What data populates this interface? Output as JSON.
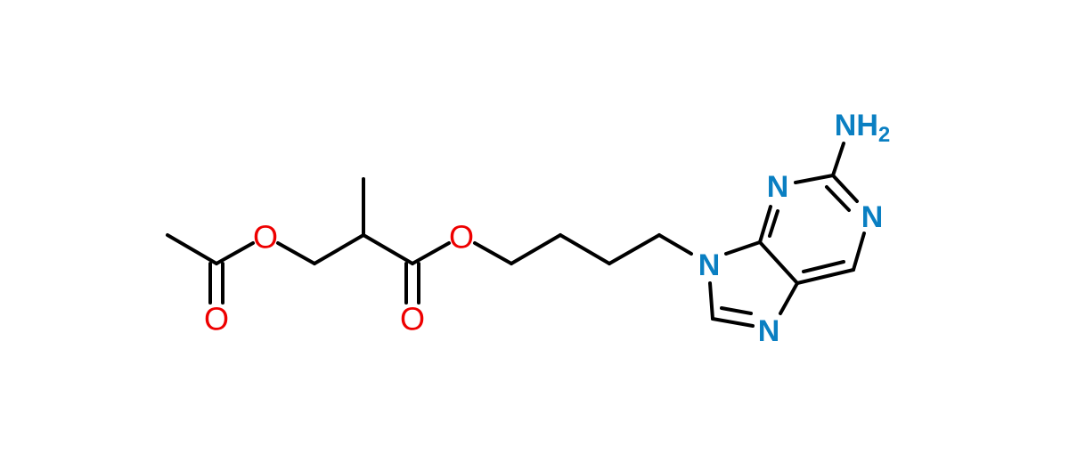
{
  "molecule": {
    "atoms": {
      "o_acetyl_carbonyl": "O",
      "o_acetyl_ester": "O",
      "o_ester_carbonyl": "O",
      "o_ester": "O",
      "n9": "N",
      "n3": "N",
      "n1": "N",
      "n7": "N",
      "amine": "NH",
      "amine_subscript": "2"
    },
    "colors": {
      "oxygen": "#ee0000",
      "nitrogen": "#0a7fc2",
      "bond": "#000000"
    }
  }
}
